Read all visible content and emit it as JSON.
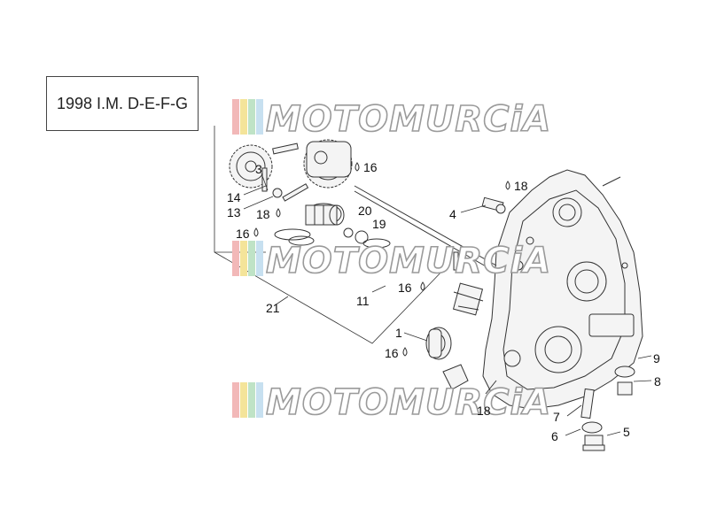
{
  "title_box": {
    "text": "1998 I.M. D-E-F-G"
  },
  "watermark": {
    "text": "MOTOMURCiA",
    "colors": [
      "#f2b8b8",
      "#f4e49a",
      "#bfe3c6",
      "#c7e0f0"
    ]
  },
  "callouts": [
    {
      "id": "1",
      "label": "1"
    },
    {
      "id": "3",
      "label": "3"
    },
    {
      "id": "4",
      "label": "4"
    },
    {
      "id": "5",
      "label": "5"
    },
    {
      "id": "6",
      "label": "6"
    },
    {
      "id": "7",
      "label": "7"
    },
    {
      "id": "8",
      "label": "8"
    },
    {
      "id": "9",
      "label": "9"
    },
    {
      "id": "11",
      "label": "11"
    },
    {
      "id": "13",
      "label": "13"
    },
    {
      "id": "14",
      "label": "14"
    },
    {
      "id": "16a",
      "label": "16"
    },
    {
      "id": "16b",
      "label": "16"
    },
    {
      "id": "16c",
      "label": "16"
    },
    {
      "id": "16d",
      "label": "16"
    },
    {
      "id": "18a",
      "label": "18"
    },
    {
      "id": "18b",
      "label": "18"
    },
    {
      "id": "18c",
      "label": "18"
    },
    {
      "id": "19",
      "label": "19"
    },
    {
      "id": "20",
      "label": "20"
    },
    {
      "id": "21",
      "label": "21"
    }
  ]
}
